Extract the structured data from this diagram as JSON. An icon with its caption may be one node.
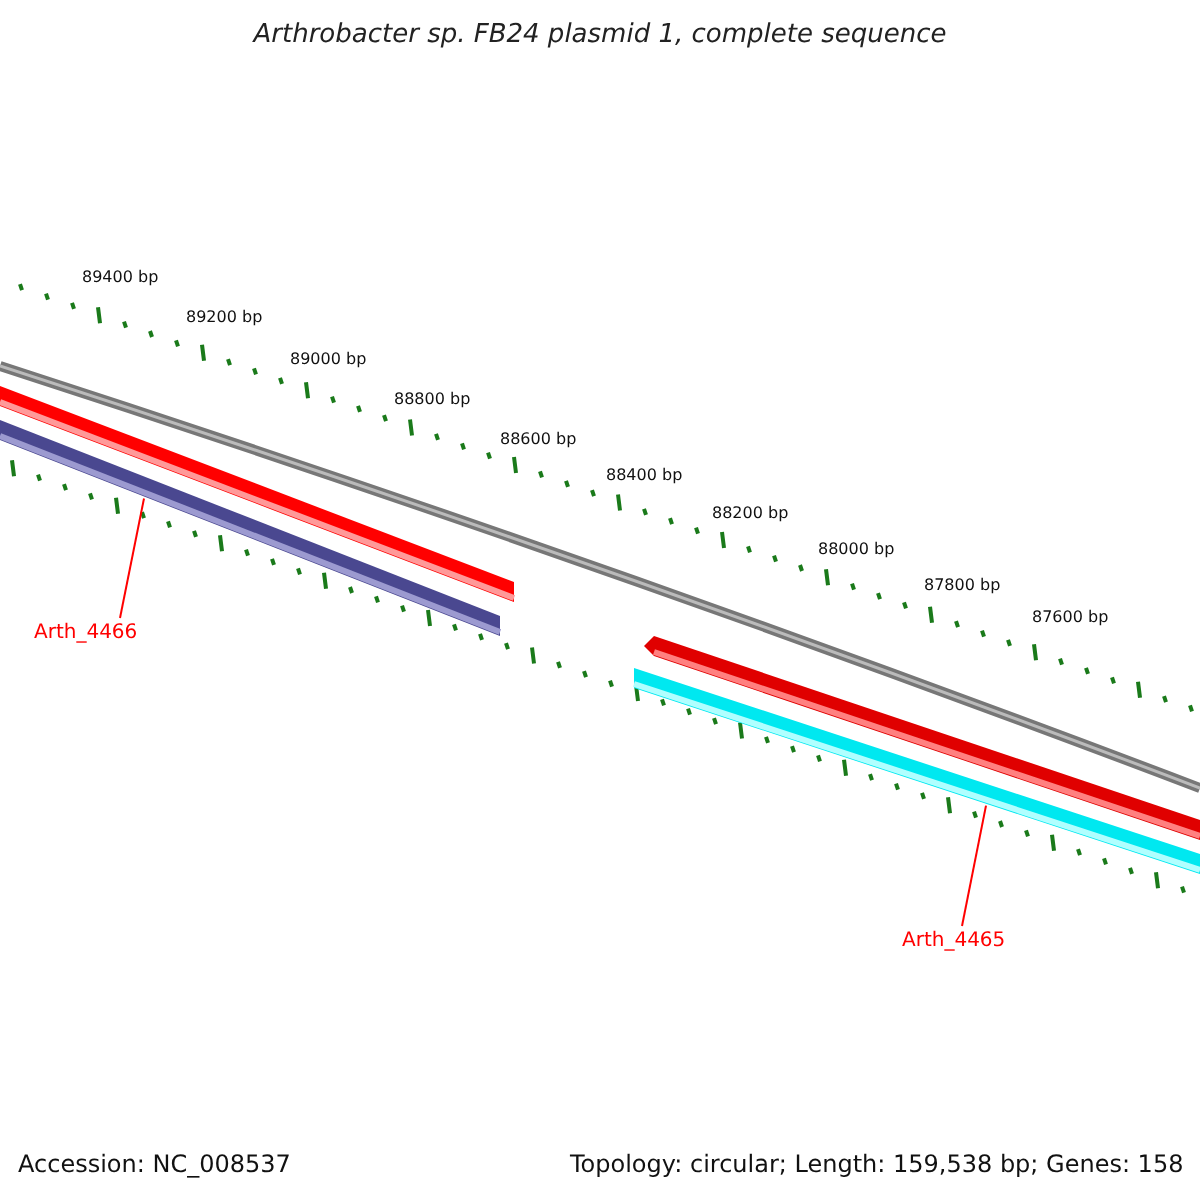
{
  "diagram": {
    "title": "Arthrobacter sp. FB24 plasmid 1, complete sequence",
    "nodes": [
      {
        "text": [
          "Arth_4466"
        ]
      },
      {
        "text": [],
        "shape": "bar"
      },
      {
        "text": [
          "Arth_4465"
        ]
      },
      {
        "text": [],
        "shape": "bar"
      }
    ],
    "edges": [
      {
        "from": 0,
        "to": 1,
        "arrow": "none"
      },
      {
        "from": 2,
        "to": 3,
        "arrow": "none"
      }
    ],
    "labels": [
      "89400 bp",
      "89200 bp",
      "89000 bp",
      "88800 bp",
      "88600 bp",
      "88400 bp",
      "88200 bp",
      "88000 bp",
      "87800 bp",
      "87600 bp",
      "Accession: NC_008537",
      "Topology: circular; Length: 159,538 bp; Genes: 158"
    ]
  }
}
